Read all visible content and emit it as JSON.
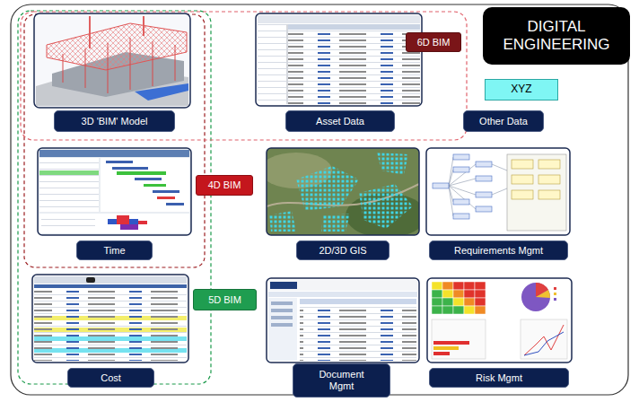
{
  "diagram": {
    "nodes": [
      {
        "text": [
          "6D BIM"
        ]
      },
      {
        "text": [
          "DIGITAL ENGINEERING"
        ]
      },
      {
        "text": [
          "XYZ"
        ]
      },
      {
        "text": [
          "3D 'BIM' Model"
        ]
      },
      {
        "text": [
          "Asset Data"
        ]
      },
      {
        "text": [
          "Other Data"
        ]
      },
      {
        "text": [
          "4D BIM"
        ]
      },
      {
        "text": [
          "Time"
        ]
      },
      {
        "text": [
          "2D/3D GIS"
        ]
      },
      {
        "text": [
          "Requirements Mgmt"
        ]
      },
      {
        "text": [
          "5D BIM"
        ]
      },
      {
        "text": [
          "Cost"
        ]
      },
      {
        "text": [
          "Document Mgmt"
        ]
      },
      {
        "text": [
          "Risk Mgmt"
        ]
      }
    ]
  }
}
